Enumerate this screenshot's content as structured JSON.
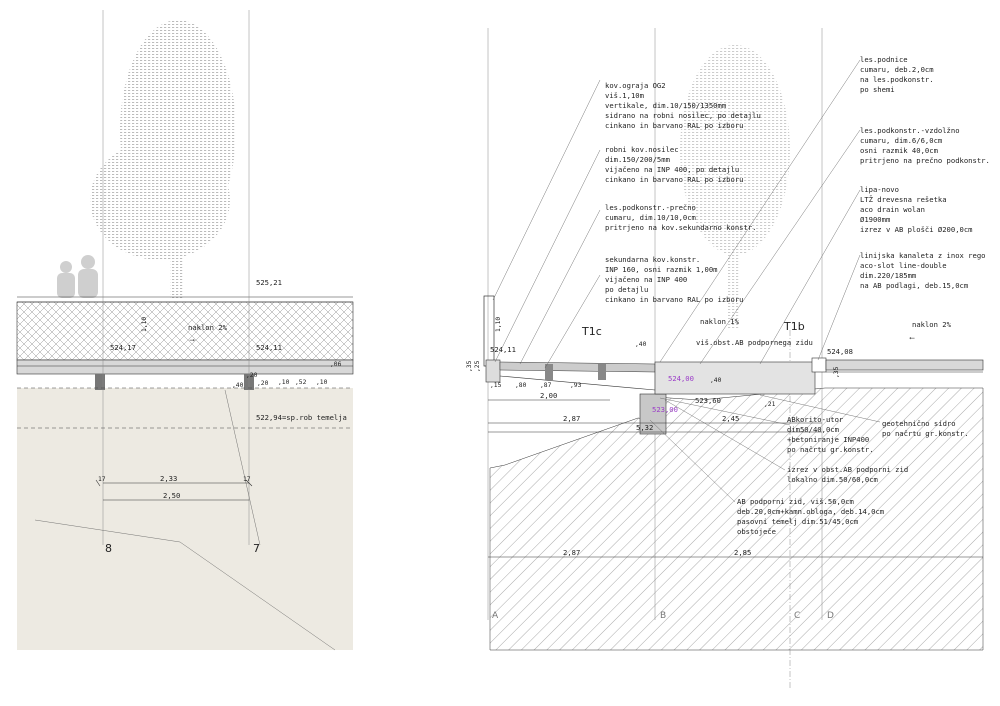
{
  "colors": {
    "ground": "#edeae2",
    "hatch": "#555555",
    "tree": "#b9b9b9",
    "annotation": "#9b3cc8"
  },
  "left_section": {
    "elevations": {
      "top": "525,21",
      "deck": "524,17",
      "deck_right": "524,11",
      "foundation": "522,94=sp.rob temelja"
    },
    "slope": "naklon 2%",
    "rail_height": "1,10",
    "dims": {
      "span_inner": "2,33",
      "span_total": "2,50",
      "edge_left": "17",
      "edge_right": "17"
    },
    "small_dims": [
      ",40",
      ",20",
      ",20",
      ",10",
      ",52",
      ",10",
      ",06"
    ],
    "axes": [
      "8",
      "7"
    ]
  },
  "right_section": {
    "notes": {
      "n1": [
        "kov.ograja OG2",
        "viš.1,10m",
        "vertikale, dim.10/150/1350mm",
        "sidrano na robni nosilec, po detajlu",
        "cinkano in barvano RAL po izboru"
      ],
      "n2": [
        "robni kov.nosilec",
        "dim.150/200/5mm",
        "vijačeno na INP 400, po detajlu",
        "cinkano in barvano RAL po izboru"
      ],
      "n3": [
        "les.podkonstr.-prečno",
        "cumaru, dim.10/10,0cm",
        "pritrjeno na kov.sekundarno konstr."
      ],
      "n4": [
        "sekundarna kov.konstr.",
        "INP 160, osni razmik 1,00m",
        "vijačeno na INP 400",
        "po detajlu",
        "cinkano in barvano RAL po izboru"
      ],
      "n5": [
        "les.podnice",
        "cumaru, deb.2,0cm",
        "na les.podkonstr.",
        "po shemi"
      ],
      "n6": [
        "les.podkonstr.-vzdolžno",
        "cumaru, dim.6/6,0cm",
        "osni razmik 40,0cm",
        "pritrjeno na prečno podkonstr."
      ],
      "n7": [
        "lipa-novo",
        "LTŽ drevesna rešetka",
        "aco drain wolan",
        "Ø1900mm",
        "izrez v AB plošči Ø200,0cm"
      ],
      "n8": [
        "linijska kanaleta z inox rego",
        "aco-slot line-double",
        "dim.220/185mm",
        "na AB podlagi, deb.15,0cm"
      ],
      "n9": [
        "ABkorito-utor",
        "dim50/40,0cm",
        "+betoniranje INP400",
        "po načrtu gr.konstr."
      ],
      "n10": [
        "geotehnično sidro",
        "po načrtu gr.konstr."
      ],
      "n11": [
        "izrez v obst.AB podporni zid",
        "lokalno dim.50/60,0cm"
      ],
      "n12": [
        "AB podporni zid, viš.56,0cm",
        "deb.20,0cm+kamn.obloga, deb.14,0cm",
        "pasovni temelj dim.51/45,0cm",
        "obstoječe"
      ]
    },
    "labels": {
      "t1c": "T1c",
      "t1b": "T1b",
      "slope1": "naklon 1%",
      "slope2": "naklon 2%",
      "wall": "viš.obst.AB podpornega zidu",
      "rail": "1,10"
    },
    "elevations": {
      "e1": "524,11",
      "e2": "524,08",
      "e3": "524,00",
      "e4": "523,60",
      "e5": "523,00"
    },
    "dims": {
      "d1": "2,00",
      "d2": "2,87",
      "d3": "2,45",
      "d4": "5,32",
      "d5": "2,87",
      "d6": "2,85",
      "d7": ",80",
      "d8": ",87",
      "d9": ",93",
      "d10": ",40",
      "d11": ",40",
      "d12": ",21",
      "d13": ",35",
      "d14": ",15",
      "d15": ",35",
      "d16": ",25"
    },
    "axes": [
      "A",
      "B",
      "C",
      "D"
    ]
  }
}
